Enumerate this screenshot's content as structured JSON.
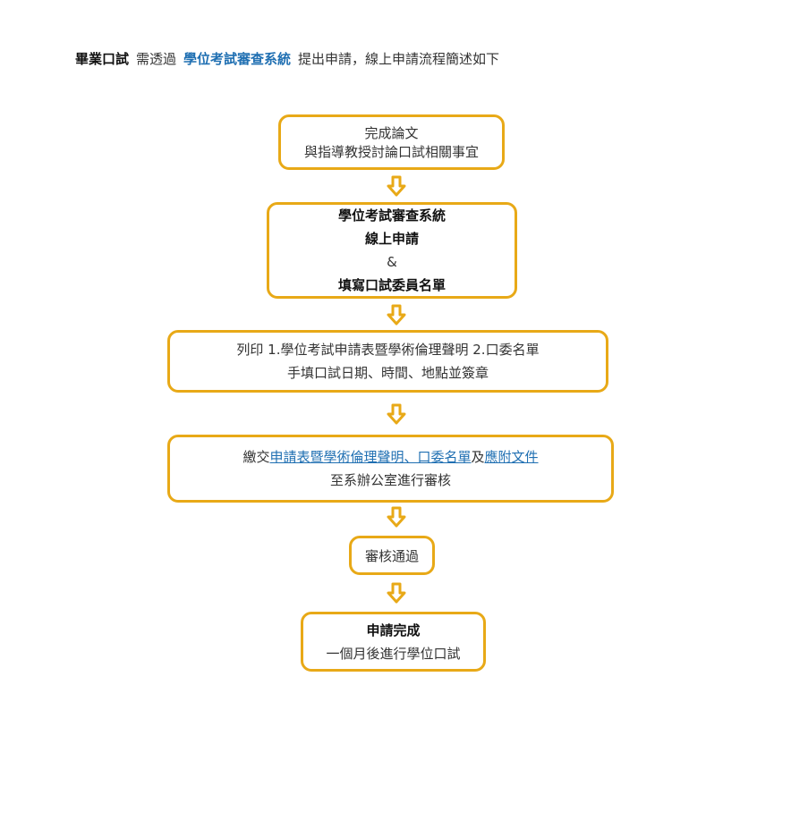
{
  "intro": {
    "prefix": "畢業口試",
    "middle": "需透過",
    "system_link": "學位考試審查系統",
    "suffix": "提出申請，線上申請流程簡述如下"
  },
  "flow": {
    "step1": {
      "line1": "完成論文",
      "line2": "與指導教授討論口試相關事宜"
    },
    "step2": {
      "line1": "學位考試審查系統",
      "line2": "線上申請",
      "line3": "&",
      "line4": "填寫口試委員名單"
    },
    "step3": {
      "line1": "列印 1.學位考試申請表暨學術倫理聲明  2.口委名單",
      "line2": "手填口試日期、時間、地點並簽章"
    },
    "step4": {
      "prefix": "繳交",
      "link1": "申請表暨學術倫理聲明、口委名單",
      "middle": "及",
      "link2": "應附文件",
      "line2": "至系辦公室進行審核"
    },
    "step5": {
      "line1": "審核通過"
    },
    "step6": {
      "line1": "申請完成",
      "line2": "一個月後進行學位口試"
    }
  },
  "colors": {
    "box_border": "#e8a917",
    "arrow": "#e8a917",
    "link": "#1f6fb2",
    "text": "#333333"
  }
}
